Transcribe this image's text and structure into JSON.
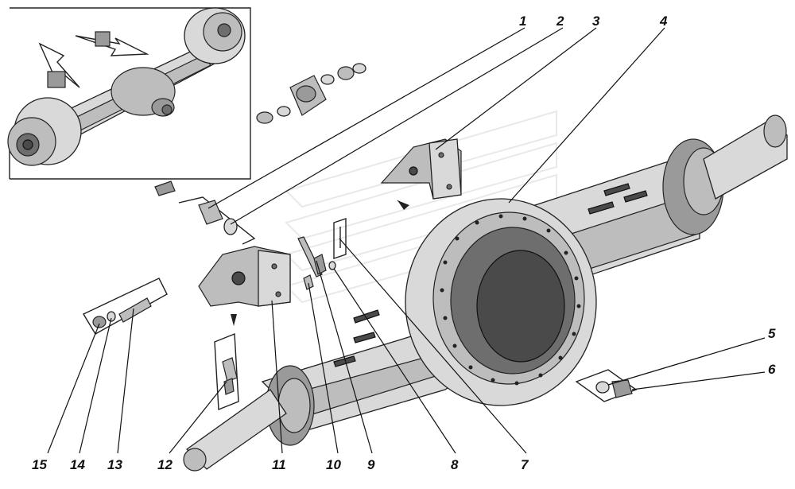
{
  "callouts": {
    "n1": "1",
    "n2": "2",
    "n3": "3",
    "n4": "4",
    "n5": "5",
    "n6": "6",
    "n7": "7",
    "n8": "8",
    "n9": "9",
    "n10": "10",
    "n11": "11",
    "n12": "12",
    "n13": "13",
    "n14": "14",
    "n15": "15"
  },
  "colors": {
    "ink": "#222222",
    "paper": "#ffffff",
    "shade": "#9a9a9a"
  }
}
